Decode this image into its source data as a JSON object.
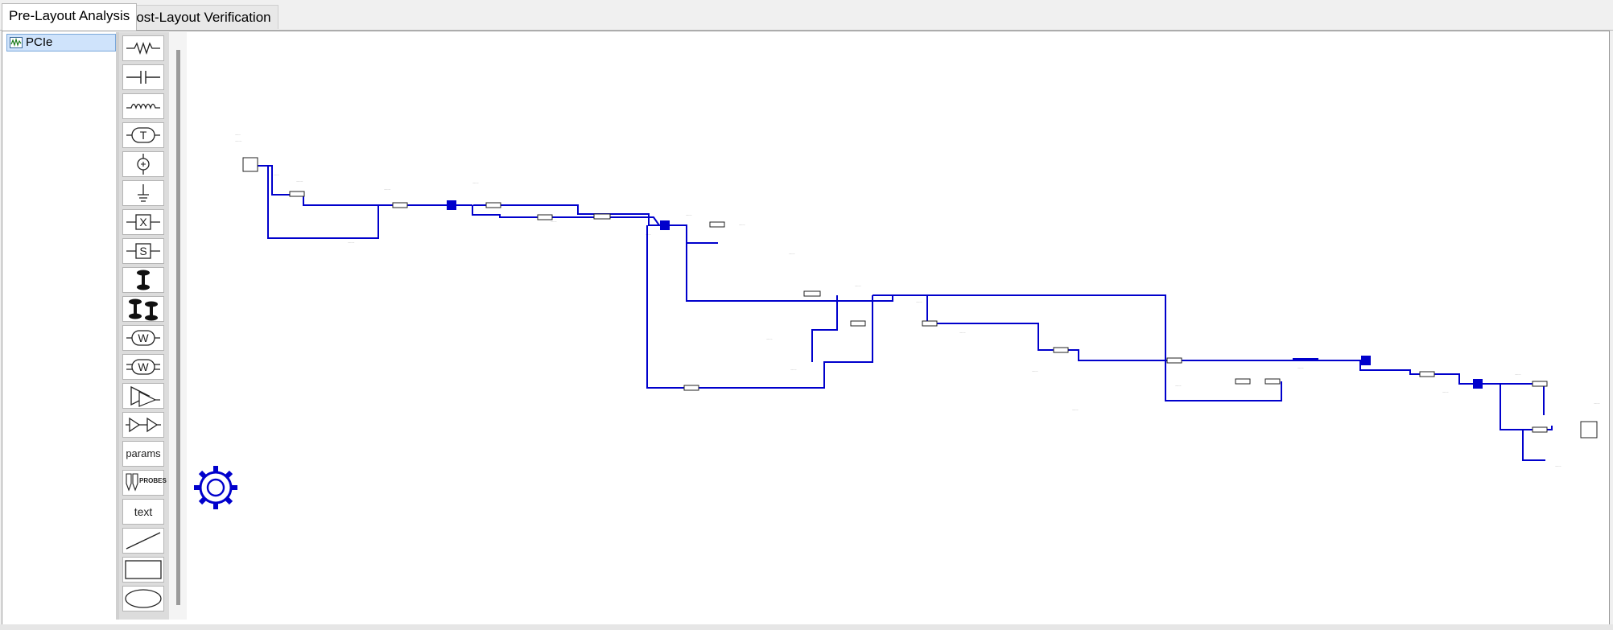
{
  "tabs": [
    {
      "label": "Pre-Layout Analysis",
      "active": true
    },
    {
      "label": "Post-Layout Verification",
      "active": false
    }
  ],
  "tree": {
    "items": [
      {
        "label": "PCIe",
        "icon": "waveform-icon",
        "selected": true
      }
    ]
  },
  "palette": {
    "tools": [
      {
        "name": "resistor-icon"
      },
      {
        "name": "capacitor-icon"
      },
      {
        "name": "inductor-icon"
      },
      {
        "name": "transmission-line-icon",
        "label": "T"
      },
      {
        "name": "voltage-source-icon"
      },
      {
        "name": "ground-icon"
      },
      {
        "name": "x-block-icon",
        "label": "X"
      },
      {
        "name": "s-parameter-icon",
        "label": "S"
      },
      {
        "name": "via-icon"
      },
      {
        "name": "differential-via-icon"
      },
      {
        "name": "w-element-icon",
        "label": "W"
      },
      {
        "name": "coupled-w-element-icon",
        "label": "W"
      },
      {
        "name": "ibis-driver-icon"
      },
      {
        "name": "buffer-pair-icon"
      },
      {
        "name": "params-tool",
        "label": "params"
      },
      {
        "name": "probes-tool",
        "label": "PROBES"
      },
      {
        "name": "text-tool",
        "label": "text"
      },
      {
        "name": "line-tool"
      },
      {
        "name": "rectangle-tool"
      },
      {
        "name": "ellipse-tool"
      }
    ]
  },
  "schematic": {
    "wire_color": "#0000cc",
    "settings_icon": "gear-icon"
  },
  "colors": {
    "tab_active_bg": "#ffffff",
    "tree_selection": "#cfe3fb",
    "wire": "#0000cc"
  }
}
